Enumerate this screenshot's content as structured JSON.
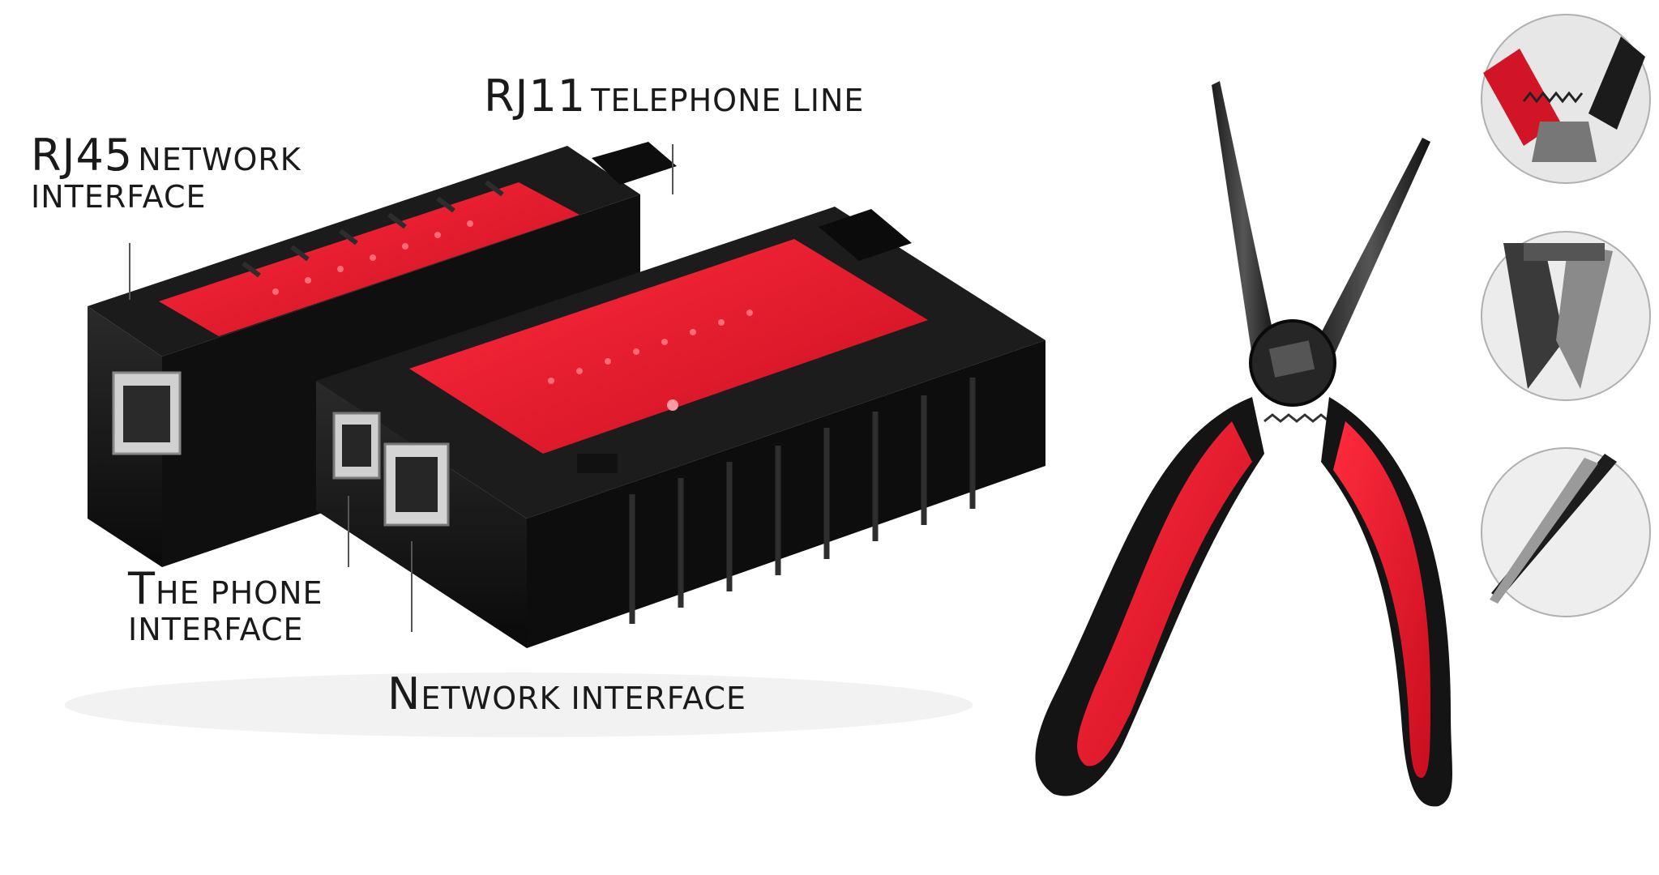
{
  "labels": {
    "rj11": {
      "strong": "RJ11",
      "rest": "TELEPHONE LINE"
    },
    "rj45": {
      "strong": "RJ45",
      "rest1": "NETWORK",
      "rest2": "INTERFACE"
    },
    "phone": {
      "strong": "T",
      "rest1": "HE PHONE",
      "rest2": "INTERFACE"
    },
    "network": {
      "strong": "N",
      "rest": "ETWORK INTERFACE"
    }
  },
  "colors": {
    "accent_red": "#e8142a",
    "body_black": "#141414",
    "background": "#ffffff"
  },
  "icons": [
    "cable-tester-remote",
    "cable-tester-main",
    "needle-nose-pliers",
    "pliers-spring-detail",
    "pliers-jaw-detail",
    "pliers-tip-detail"
  ]
}
